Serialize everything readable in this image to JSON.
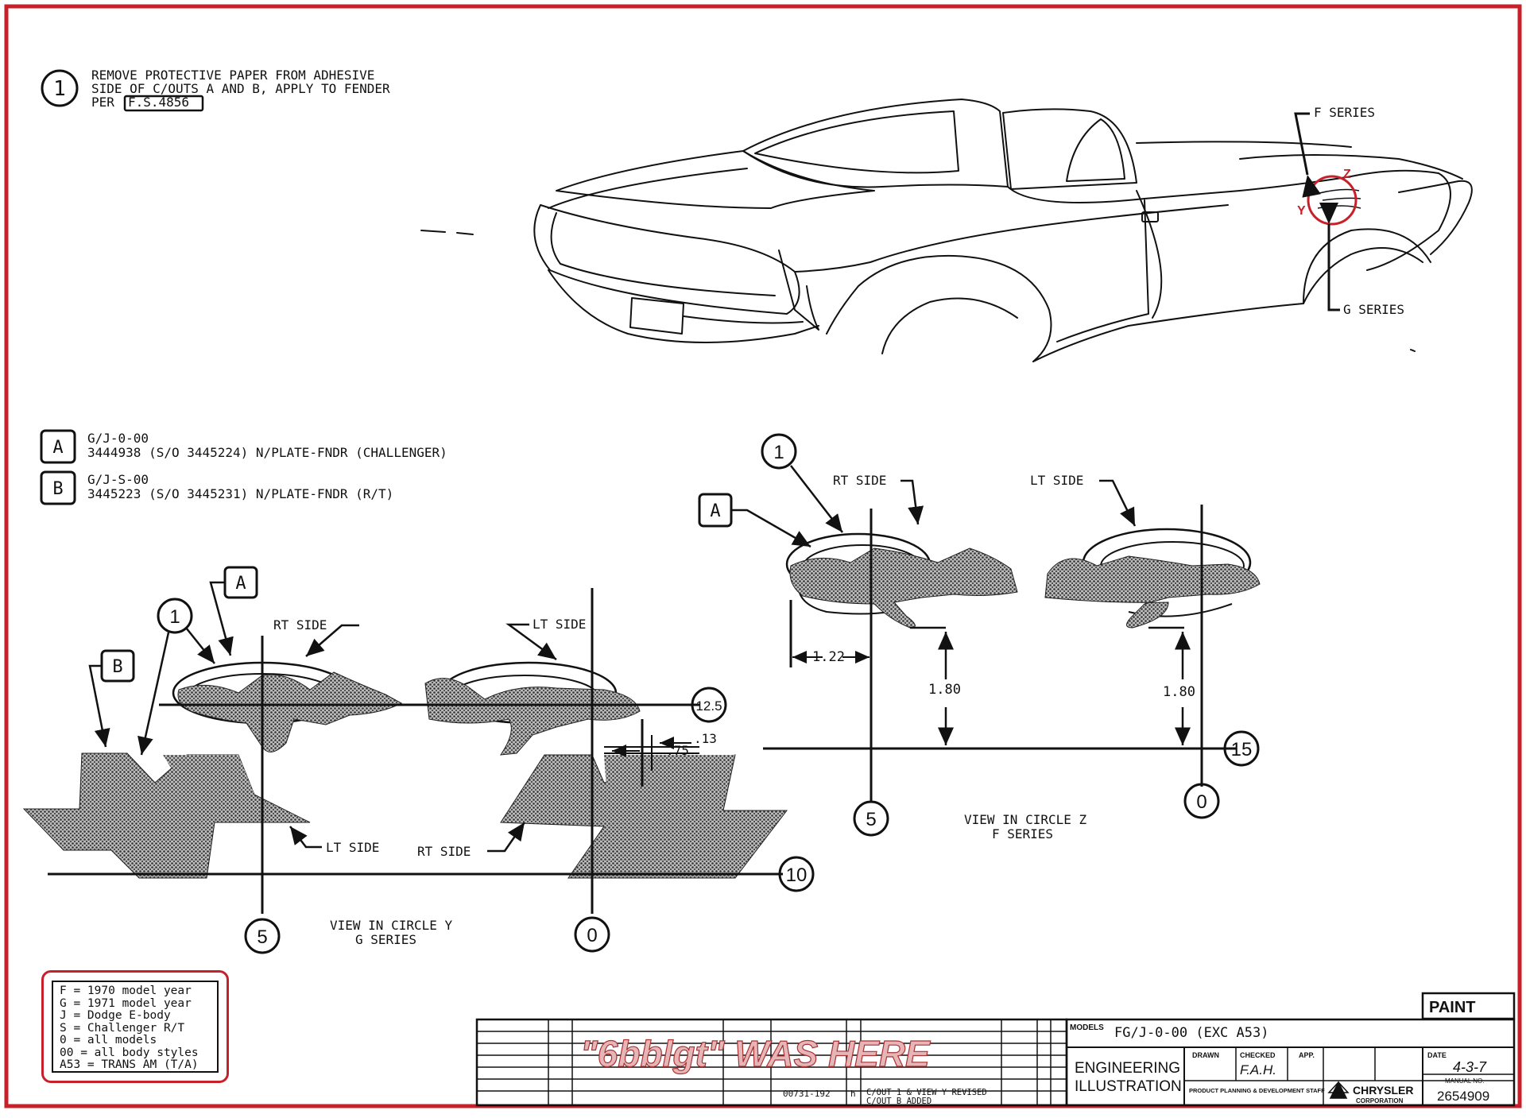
{
  "colors": {
    "frame": "#c8202a",
    "ink": "#111111",
    "watermark": "#d9a0a4",
    "hatch": "#555555"
  },
  "note": {
    "number": "1",
    "line1": "REMOVE PROTECTIVE PAPER FROM ADHESIVE",
    "line2": "SIDE OF C/OUTS A AND B, APPLY TO FENDER",
    "line3_prefix": "PER",
    "spec_ref": "F.S.4856"
  },
  "car_callouts": {
    "f_series": "F SERIES",
    "g_series": "G SERIES",
    "z": "Z",
    "y": "Y"
  },
  "parts": [
    {
      "letter": "A",
      "code": "G/J-0-00",
      "desc": "3444938 (S/O 3445224) N/PLATE-FNDR (CHALLENGER)"
    },
    {
      "letter": "B",
      "code": "G/J-S-00",
      "desc": "3445223 (S/O 3445231) N/PLATE-FNDR (R/T)"
    }
  ],
  "view_y": {
    "title": "VIEW IN CIRCLE Y",
    "subtitle": "G SERIES",
    "rt_side": "RT SIDE",
    "lt_side": "LT SIDE",
    "lt_side_lower": "LT SIDE",
    "rt_side_lower": "RT SIDE",
    "callout_a": "A",
    "callout_b": "B",
    "callout_1": "1",
    "ref_12_5": "12.5",
    "ref_10": "10",
    "ref_5": "5",
    "ref_0": "0",
    "dim_13": ".13",
    "dim_75": ".75"
  },
  "view_z": {
    "title": "VIEW IN CIRCLE Z",
    "subtitle": "F SERIES",
    "rt_side": "RT SIDE",
    "lt_side": "LT SIDE",
    "callout_a": "A",
    "callout_1": "1",
    "ref_15": "15",
    "ref_5": "5",
    "ref_0": "0",
    "dim_122": "1.22",
    "dim_180_left": "1.80",
    "dim_180_right": "1.80"
  },
  "legend": [
    "F = 1970 model year",
    "G = 1971 model year",
    "J = Dodge E-body",
    "S = Challenger R/T",
    "0 = all models",
    "00 = all body styles",
    "A53 = TRANS AM (T/A)"
  ],
  "title_block": {
    "paint": "PAINT",
    "models_label": "MODELS",
    "models_value": "FG/J-0-00 (EXC A53)",
    "engineering": "ENGINEERING",
    "illustration": "ILLUSTRATION",
    "drawn_label": "DRAWN",
    "checked_label": "CHECKED",
    "checked_value": "F.A.H.",
    "app_label": "APP.",
    "date_label": "DATE",
    "date_value": "4-3-7",
    "manual_label": "MANUAL NO.",
    "manual_no": "2654909",
    "staff": "PRODUCT PLANNING & DEVELOPMENT STAFF",
    "chrysler": "CHRYSLER",
    "corporation": "CORPORATION",
    "rev_code": "00731-192",
    "rev_letter": "h",
    "rev_text1": "C/OUT 1 & VIEW Y REVISED",
    "rev_text2": "C/OUT B ADDED",
    "watermark": "\"6bblgt\" WAS HERE"
  }
}
